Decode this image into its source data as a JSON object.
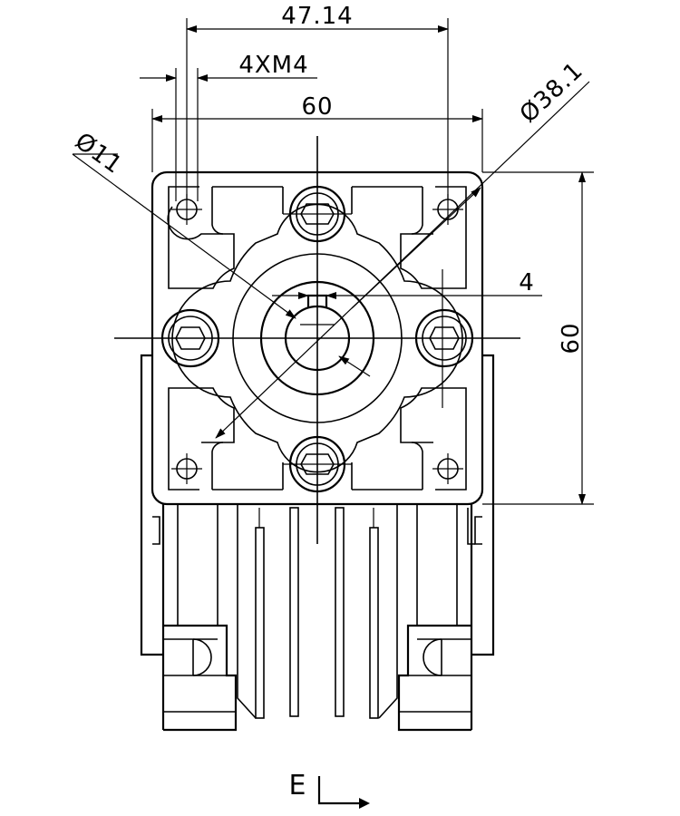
{
  "dimensions": {
    "top_span": "47.14",
    "thread": "4XM4",
    "width": "60",
    "height": "60",
    "diameter_outer": "Ø38.1",
    "diameter_inner": "Ø11",
    "key_width": "4"
  },
  "view_label": "E"
}
